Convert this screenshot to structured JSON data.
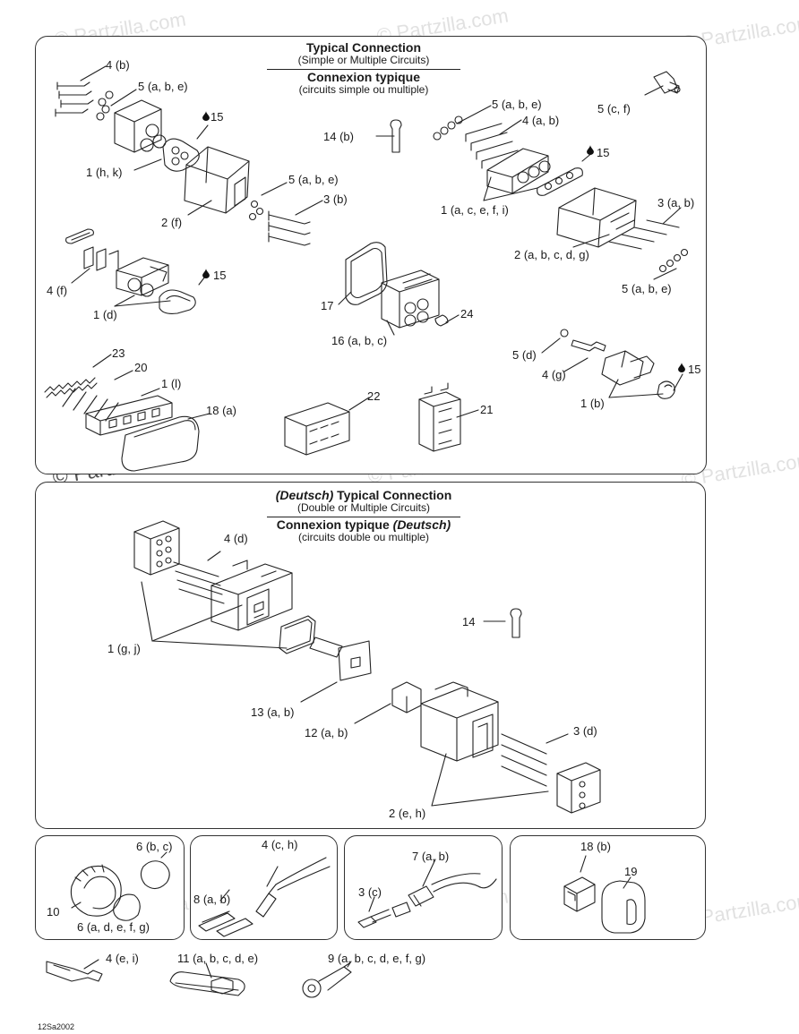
{
  "watermark": {
    "text": "© Partzilla.com"
  },
  "top_panel": {
    "title": "Typical Connection",
    "subtitle": "(Simple or Multiple Circuits)",
    "title_fr": "Connexion typique",
    "subtitle_fr": "(circuits simple ou multiple)",
    "labels": [
      "4 (b)",
      "5 (a, b, e)",
      "15",
      "1 (h, k)",
      "14 (b)",
      "5 (a, b, e)",
      "3 (b)",
      "2 (f)",
      "5 (a, b, e)",
      "4 (a, b)",
      "5 (c, f)",
      "15",
      "1 (a, c, e, f, i)",
      "3 (a, b)",
      "2 (a, b, c, d, g)",
      "5 (a, b, e)",
      "4 (f)",
      "15",
      "1 (d)",
      "17",
      "24",
      "16 (a, b, c)",
      "5 (d)",
      "4 (g)",
      "15",
      "1 (b)",
      "23",
      "20",
      "1 (l)",
      "18 (a)",
      "22",
      "21"
    ]
  },
  "mid_panel": {
    "title_prefix": "(Deutsch)",
    "title": "Typical Connection",
    "subtitle": "(Double or Multiple Circuits)",
    "title_fr": "Connexion typique",
    "title_fr_suffix": "(Deutsch)",
    "subtitle_fr": "(circuits double ou multiple)",
    "labels": [
      "4 (d)",
      "1 (g, j)",
      "14",
      "13 (a, b)",
      "12 (a, b)",
      "3 (d)",
      "2 (e, h)"
    ]
  },
  "box1": {
    "labels": [
      "6 (b, c)",
      "10",
      "6 (a, d, e, f, g)"
    ]
  },
  "box2": {
    "labels": [
      "4 (c, h)",
      "8 (a, b)"
    ]
  },
  "box3": {
    "labels": [
      "7 (a, b)",
      "3 (c)"
    ]
  },
  "box4": {
    "labels": [
      "18 (b)",
      "19"
    ]
  },
  "bottom": {
    "labels": [
      "4 (e, i)",
      "11 (a, b, c, d, e)",
      "9 (a, b, c, d, e, f, g)"
    ]
  },
  "footer_code": "12Sa2002",
  "icons": {
    "drop": "drop-icon"
  }
}
